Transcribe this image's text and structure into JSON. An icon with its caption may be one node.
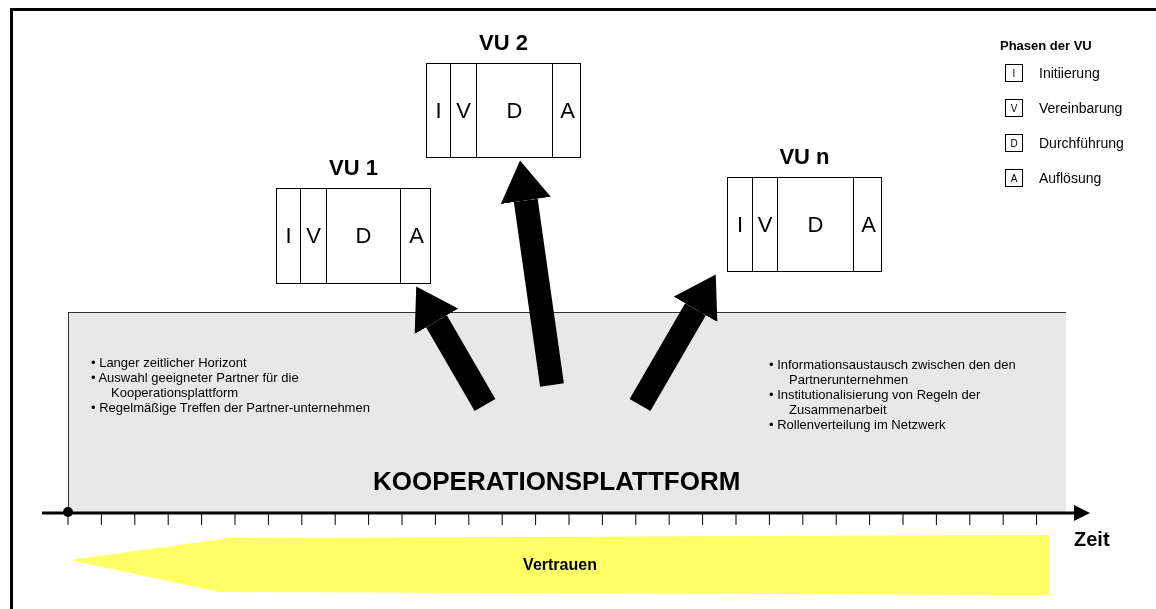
{
  "diagram": {
    "nodes": [
      {
        "text": [
          "• Langer zeitlicher Horizont",
          "• Auswahl geeigneter Partner für die Kooperationsplattform",
          "• Regelmäßige Treffen der Partner-unternehmen",
          "• Informationsaustausch zwischen den den Partnerunternehmen",
          "• Institutionalisierung von Regeln der Zusammenarbeit",
          "• Rollenverteilung im Netzwerk",
          "KOOPERATIONSPLATTFORM"
        ]
      },
      {
        "text": [
          "VU 1",
          "I",
          "V",
          "D",
          "A"
        ]
      },
      {
        "text": [
          "VU 2",
          "I",
          "V",
          "D",
          "A"
        ]
      },
      {
        "text": [
          "VU n",
          "I",
          "V",
          "D",
          "A"
        ]
      },
      {
        "text": [
          "Vertrauen"
        ]
      }
    ],
    "edges": [
      {
        "from": 0,
        "to": 1,
        "arrow": "to"
      },
      {
        "from": 0,
        "to": 2,
        "arrow": "to"
      },
      {
        "from": 0,
        "to": 3,
        "arrow": "to"
      }
    ],
    "labels": [
      "Phasen der VU",
      "I",
      "V",
      "D",
      "A",
      "Zeit"
    ],
    "legend": [
      {
        "text": "Initiierung"
      },
      {
        "text": "Vereinbarung"
      },
      {
        "text": "Durchführung"
      },
      {
        "text": "Auflösung"
      }
    ]
  }
}
